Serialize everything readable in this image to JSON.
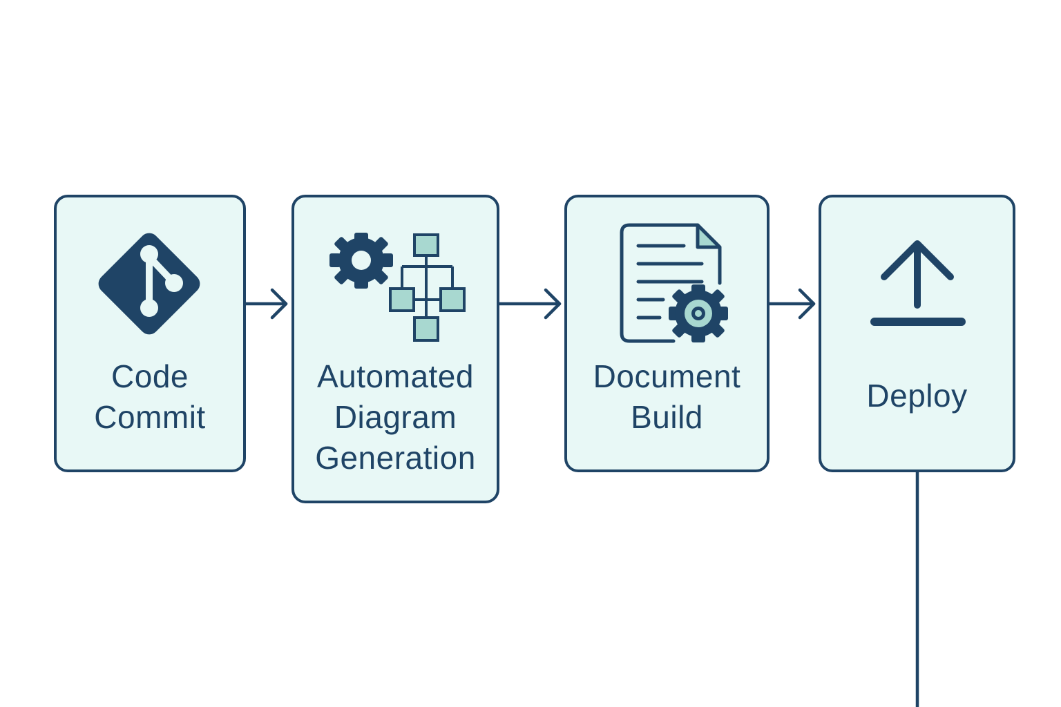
{
  "diagram": {
    "colors": {
      "node_fill": "#e8f8f6",
      "stroke": "#1f4466",
      "accent": "#a8d8d0"
    },
    "nodes": [
      {
        "id": "code-commit",
        "icon": "git-icon",
        "label_lines": [
          "Code",
          "Commit"
        ]
      },
      {
        "id": "diagram-gen",
        "icon": "gear-flowchart-icon",
        "label_lines": [
          "Automated",
          "Diagram",
          "Generation"
        ]
      },
      {
        "id": "doc-build",
        "icon": "document-gear-icon",
        "label_lines": [
          "Document",
          "Build"
        ]
      },
      {
        "id": "deploy",
        "icon": "upload-icon",
        "label_lines": [
          "Deploy"
        ]
      }
    ],
    "edges": [
      {
        "from": "code-commit",
        "to": "diagram-gen"
      },
      {
        "from": "diagram-gen",
        "to": "doc-build"
      },
      {
        "from": "doc-build",
        "to": "deploy"
      },
      {
        "from": "deploy",
        "to": ""
      }
    ]
  }
}
